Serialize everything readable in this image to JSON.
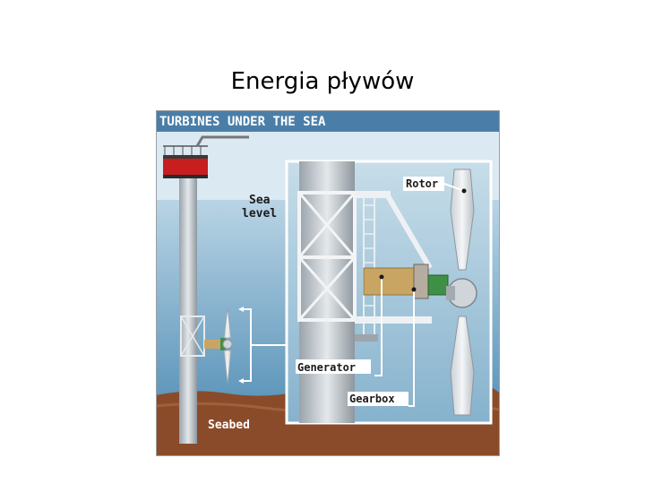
{
  "slide": {
    "title": "Energia pływów"
  },
  "diagram": {
    "header": "TURBINES UNDER THE SEA",
    "labels": {
      "sea_level_line1": "Sea",
      "sea_level_line2": "level",
      "seabed": "Seabed",
      "rotor": "Rotor",
      "generator": "Generator",
      "gearbox": "Gearbox"
    },
    "colors": {
      "sky": "#dbe9f2",
      "water_top": "#b7d3e4",
      "water_bottom": "#5d94b8",
      "seabed": "#8a4b2a",
      "header_bg": "#4a7ea8",
      "platform": "#c81e1e",
      "tower": "#c7cdd2",
      "generator": "#c9a563",
      "gearbox": "#3f8f45"
    }
  }
}
